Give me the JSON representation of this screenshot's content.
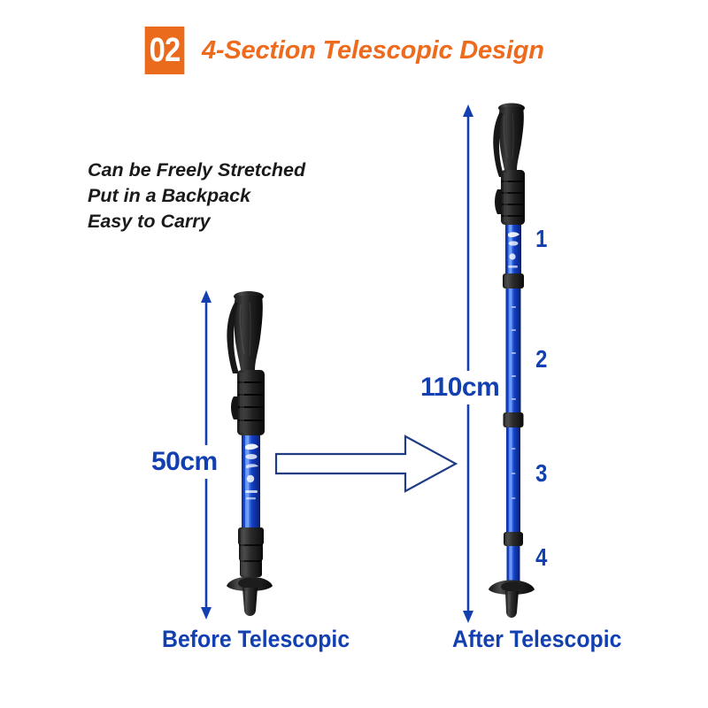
{
  "header": {
    "badge_number": "02",
    "title": "4-Section Telescopic Design",
    "badge_color": "#EA6B1B",
    "title_color": "#EE6A1C"
  },
  "features": {
    "line1": "Can be Freely Stretched",
    "line2": "Put in a Backpack",
    "line3": "Easy to Carry",
    "text_color": "#1a1a1a"
  },
  "left_product": {
    "caption": "Before Telescopic",
    "dimension_label": "50cm",
    "state": "collapsed"
  },
  "right_product": {
    "caption": "After Telescopic",
    "dimension_label": "110cm",
    "state": "extended",
    "section_labels": [
      "1",
      "2",
      "3",
      "4"
    ]
  },
  "colors": {
    "accent_orange": "#EA6B1B",
    "dimension_blue": "#1340B0",
    "shaft_blue": "#1340C8",
    "arrow_outline": "#1F3C87",
    "grip_black": "#231f20",
    "background": "#FFFFFF"
  },
  "arrow": {
    "direction": "right",
    "fill": "#FFFFFF",
    "stroke": "#1F3C87"
  }
}
